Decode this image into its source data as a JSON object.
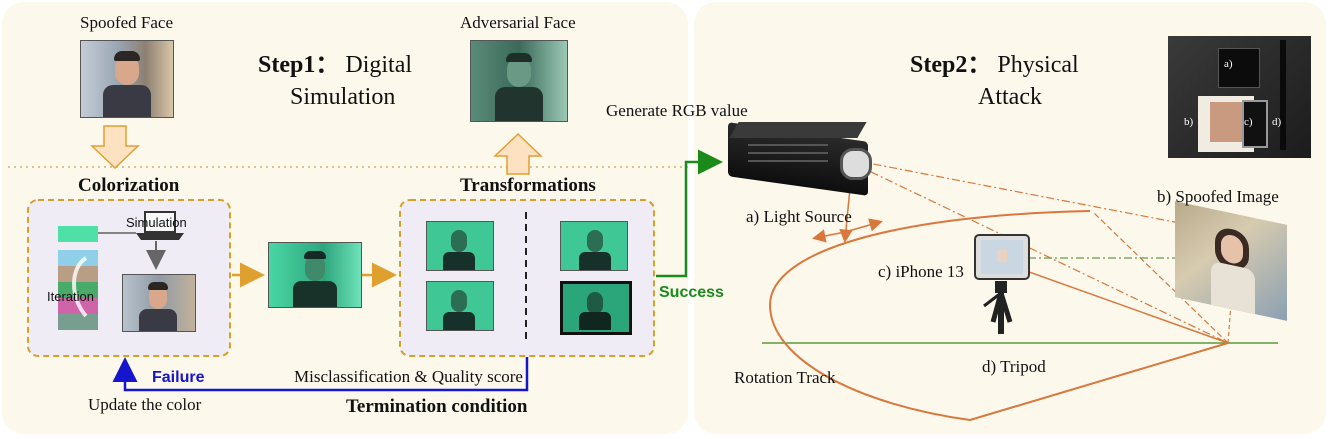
{
  "step1": {
    "title_line1": "Step1： Digital",
    "title_line2": "Simulation"
  },
  "step2": {
    "title_line1": "Step2： Physical",
    "title_line2": "Attack"
  },
  "labels": {
    "spoofed_face": "Spoofed Face",
    "adversarial_face": "Adversarial Face",
    "colorization": "Colorization",
    "transformations": "Transformations",
    "simulation": "Simulation",
    "iteration": "Iteration",
    "success": "Success",
    "failure": "Failure",
    "update_color": "Update the color",
    "misclassification": "Misclassification & Quality score",
    "termination": "Termination condition",
    "generate_rgb": "Generate RGB value"
  },
  "physical": {
    "light_source": "a) Light Source",
    "spoofed_image": "b) Spoofed Image",
    "iphone": "c) iPhone 13",
    "tripod": "d) Tripod",
    "rotation_track": "Rotation Track",
    "inset_a": "a)",
    "inset_b": "b)",
    "inset_c": "c)",
    "inset_d": "d)"
  },
  "colors": {
    "panel_bg": "#fcf8ec",
    "dashed_orange": "#d4a22a",
    "arrow_orange": "#e0a030",
    "success_green": "#1a8a1a",
    "failure_blue": "#1515cc",
    "track_brown": "#d8783c",
    "ground_green": "#5a9a3a",
    "adversarial_tint": "#49d6a4"
  }
}
